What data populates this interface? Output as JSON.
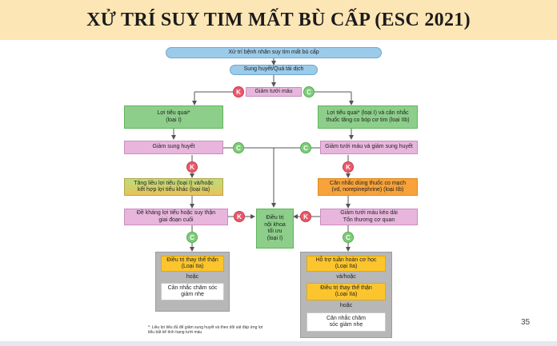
{
  "title": "XỬ TRÍ SUY TIM MẤT BÙ CẤP (ESC 2021)",
  "page_number": "35",
  "flow": {
    "top": "Xử trí bệnh nhân suy tim mất bù cấp",
    "congestion": "Sung huyết/Quá tải dịch",
    "hypoperfusion": "Giảm tưới máu",
    "left_diuretic": "Lợi tiểu quai*\n(loại I)",
    "right_diuretic": "Lợi tiểu quai* (loại I) và cân nhắc\nthuốc tăng co bóp cơ tim (loại IIb)",
    "left_reduce": "Giảm sung huyết",
    "right_reduce": "Giảm tưới máu và giảm sung huyết",
    "left_increase": "Tăng liều lợi tiểu (loại I) và/hoặc\nkết hợp lợi tiểu khác (loại IIa)",
    "right_vaso": "Cân nhắc dùng thuốc co mạch\n(vd, norepinephrine) (loại IIb)",
    "left_resist": "Đề kháng lợi tiểu hoặc suy thận\ngiai đoạn cuối",
    "right_prolonged": "Giảm tưới máu kéo dài\nTổn thương cơ quan",
    "center": "Điều trị\nnội khoa\ntối ưu\n(loại I)",
    "left_rrt": "Điều trị thay thế thận\n(Loại IIa)",
    "left_or": "hoặc",
    "left_palliative": "Cân nhắc chăm sóc\ngiảm nhẹ",
    "right_mcs": "Hỗ trợ tuần hoàn cơ học\n(Loại IIa)",
    "right_andor": "và/hoặc",
    "right_rrt": "Điều trị thay thế thận\n(Loại IIa)",
    "right_or": "hoặc",
    "right_palliative": "Cân nhắc chăm\nsóc giảm nhẹ",
    "k": "K",
    "c": "C",
    "footnote": "*: Liều lợi tiểu đủ để giảm sung huyết và theo dõi sát đáp ứng lợi\ntiểu bất kể tình trạng tưới máu"
  },
  "colors": {
    "title_bg": "#fde6b5",
    "blue": "#9ccbe9",
    "green": "#8dcf8a",
    "pink": "#e8b6dd",
    "orange": "#f7a23a",
    "yellow": "#fcc52d",
    "gray": "#b7b7b7",
    "no_circle": "#e85a6b",
    "yes_circle": "#7fcc7a"
  }
}
